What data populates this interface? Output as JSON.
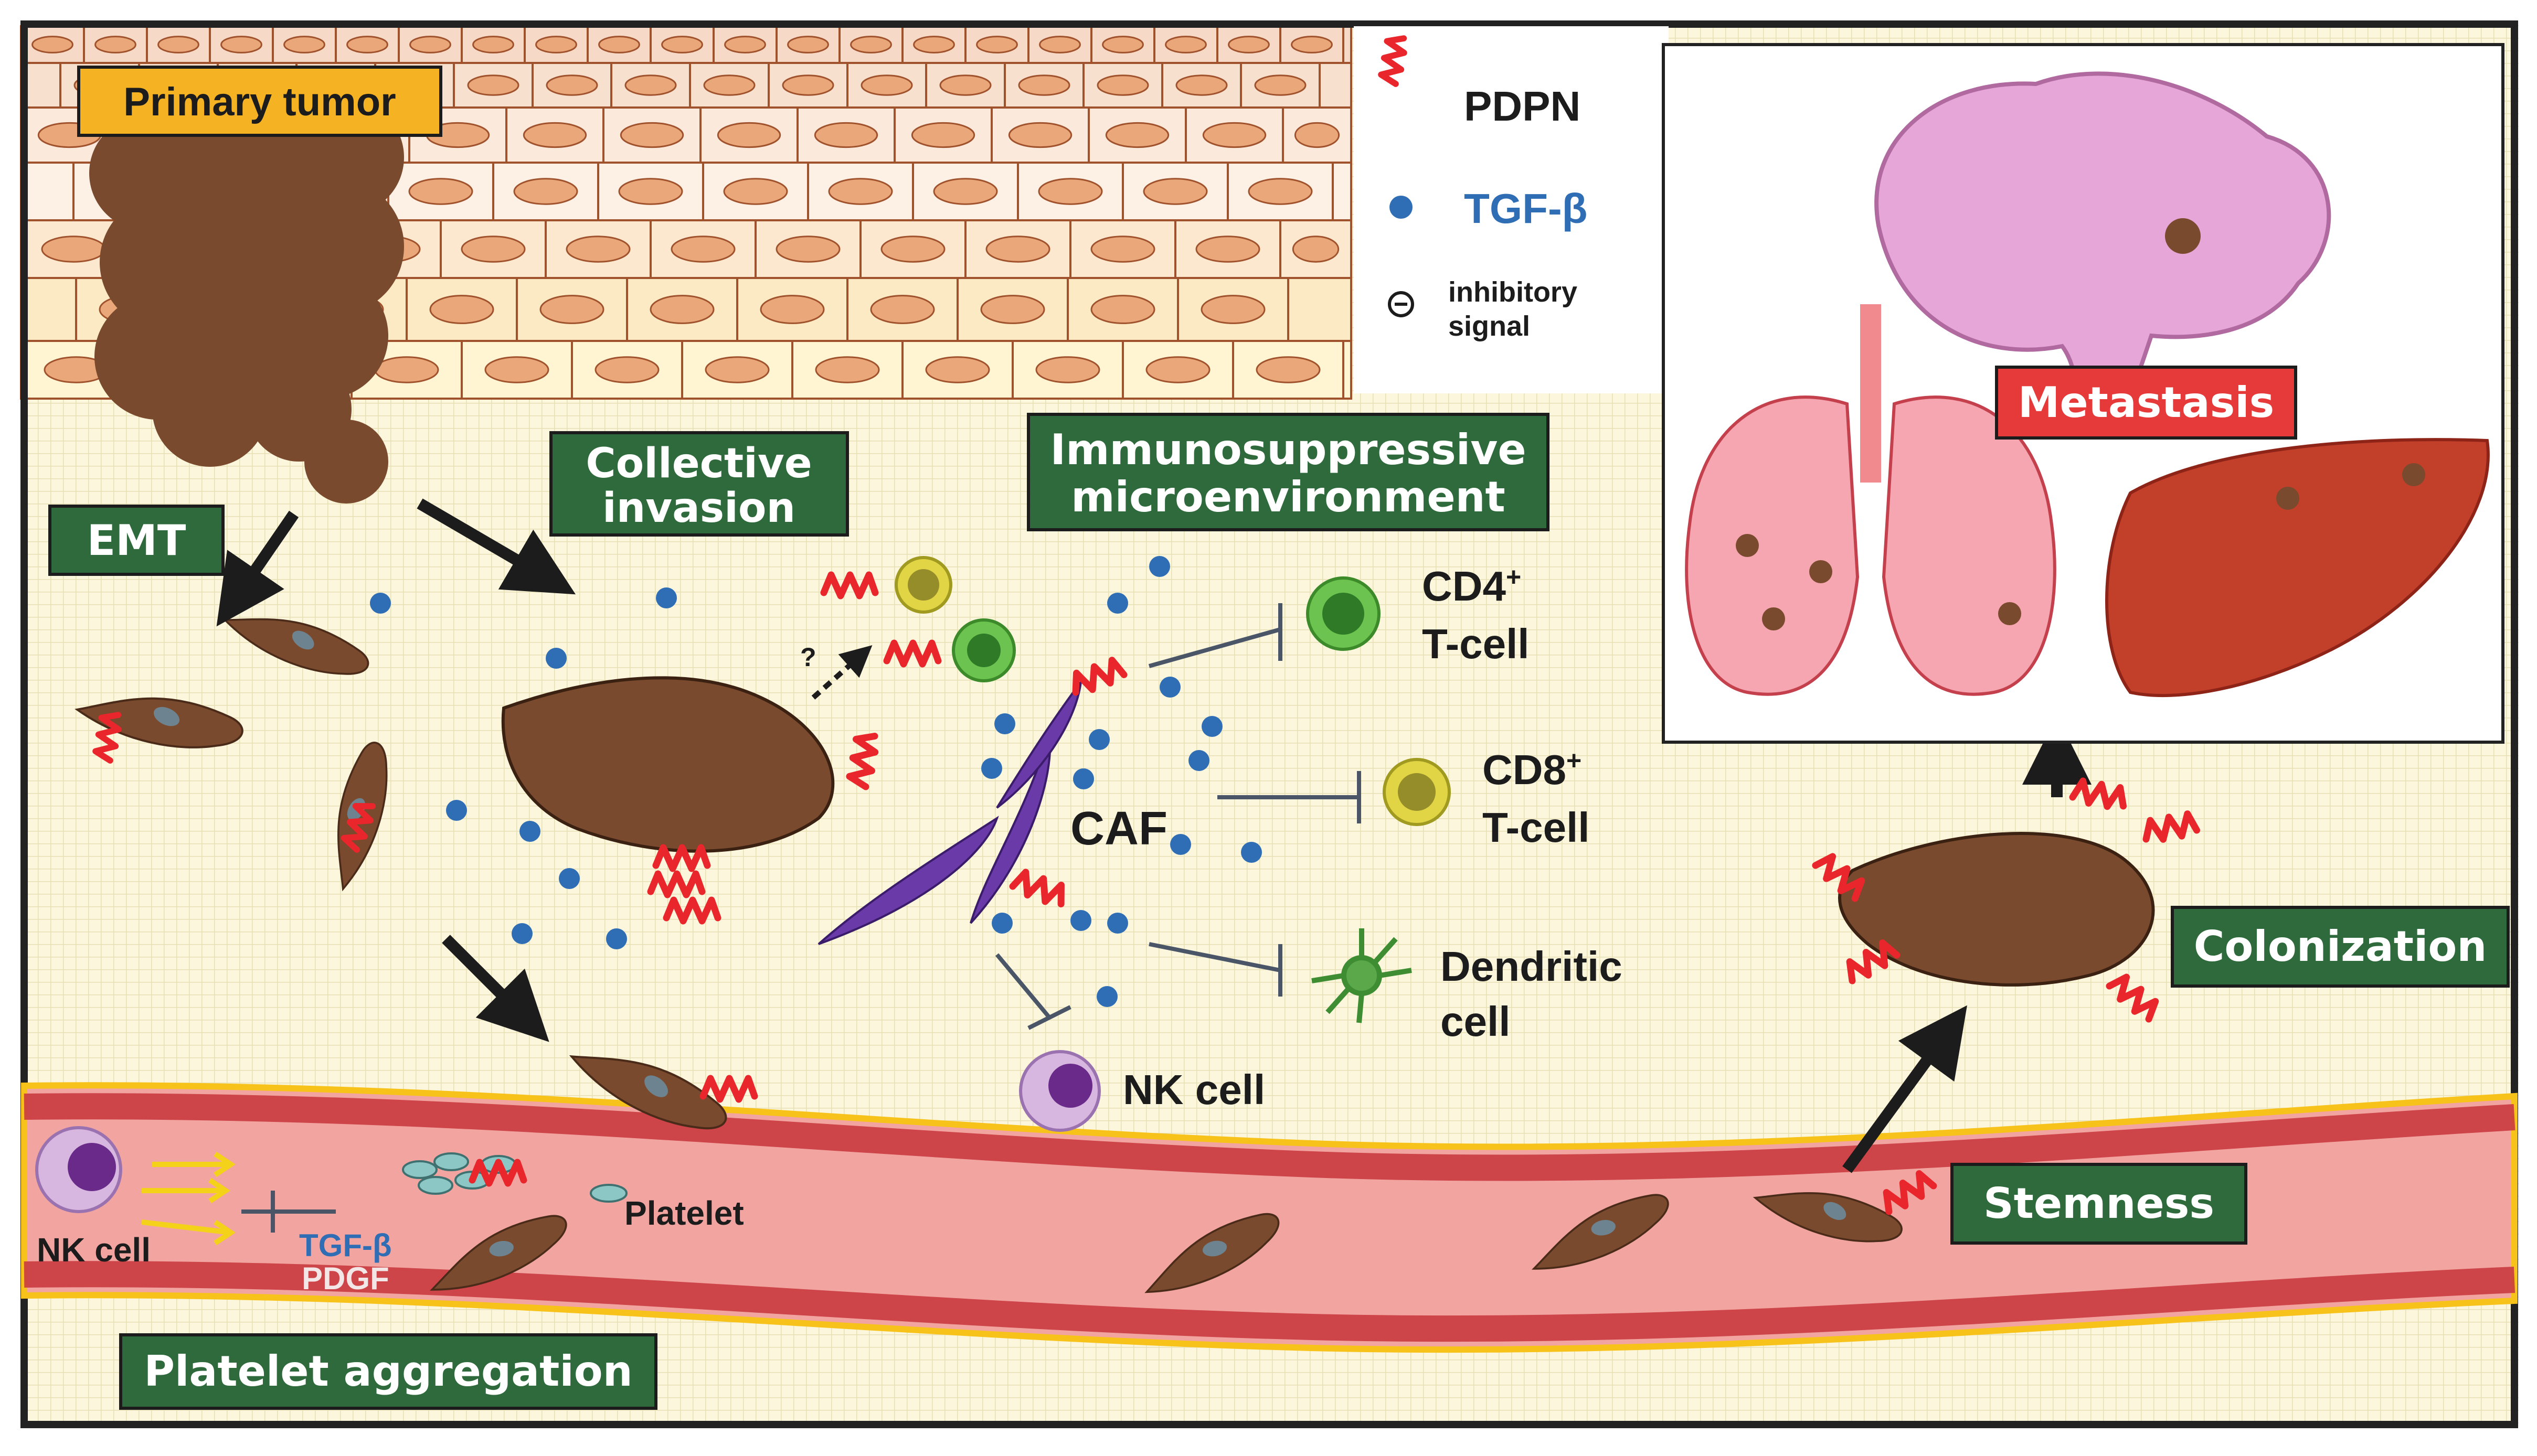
{
  "colors": {
    "green_box": "#2f6a3c",
    "yellow_box": "#f5b324",
    "red_box": "#e63a3a",
    "tumor": "#7a4a2e",
    "vessel": "#f2a5a0",
    "pdpn": "#e8262b",
    "tgfb": "#2f6eb5",
    "grid_bg": "#fbf6dc"
  },
  "icons": [
    "pdpn-squiggle-icon",
    "tgf-beta-dot-icon",
    "inhibitory-signal-icon",
    "brain-icon",
    "lungs-icon",
    "liver-icon"
  ],
  "legend": {
    "pdpn": "PDPN",
    "tgfb": "TGF-β",
    "inhib_1": "inhibitory",
    "inhib_2": "signal"
  },
  "boxes": {
    "primary_tumor": "Primary tumor",
    "emt": "EMT",
    "collective_1": "Collective",
    "collective_2": "invasion",
    "immuno_1": "Immunosuppressive",
    "immuno_2": "microenvironment",
    "metastasis": "Metastasis",
    "colonization": "Colonization",
    "stemness": "Stemness",
    "platelet_aggregation": "Platelet aggregation"
  },
  "labels": {
    "cd4_1": "CD4",
    "cd4_sup": "+",
    "cd4_2": "T-cell",
    "cd8_1": "CD8",
    "cd8_sup": "+",
    "cd8_2": "T-cell",
    "caf": "CAF",
    "dendritic_1": "Dendritic",
    "dendritic_2": "cell",
    "nk_cell": "NK cell",
    "nk_cell_left": "NK cell",
    "platelet": "Platelet",
    "tgfb_small": "TGF-β",
    "pdgf": "PDGF",
    "question": "?"
  }
}
